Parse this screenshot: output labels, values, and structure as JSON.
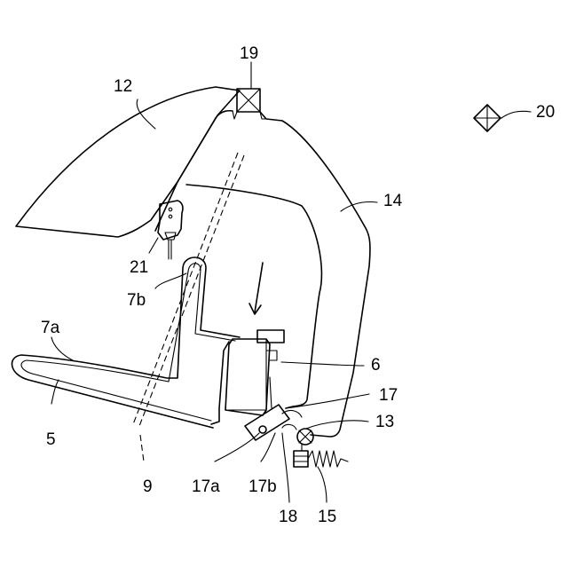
{
  "labels": {
    "l5": "5",
    "l6": "6",
    "l7a": "7a",
    "l7b": "7b",
    "l9": "9",
    "l12": "12",
    "l13": "13",
    "l14": "14",
    "l15": "15",
    "l17": "17",
    "l17a": "17a",
    "l17b": "17b",
    "l18": "18",
    "l19": "19",
    "l20": "20",
    "l21": "21"
  }
}
